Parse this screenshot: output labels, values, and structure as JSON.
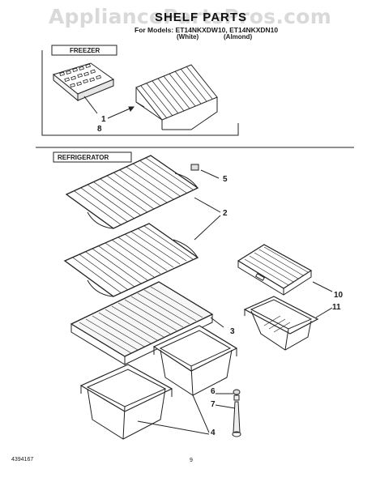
{
  "watermark": "AppliancePartsPros.com",
  "header": {
    "title": "SHELF PARTS",
    "models": "For Models: ET14NKXDW10, ET14NKXDN10",
    "variants": [
      "(White)",
      "(Almond)"
    ]
  },
  "sections": {
    "freezer": "FREEZER",
    "refrigerator": "REFRIGERATOR"
  },
  "callouts": [
    "1",
    "8",
    "5",
    "2",
    "3",
    "10",
    "11",
    "6",
    "7",
    "4"
  ],
  "footer": {
    "doc_number": "4394167",
    "page": "9"
  }
}
